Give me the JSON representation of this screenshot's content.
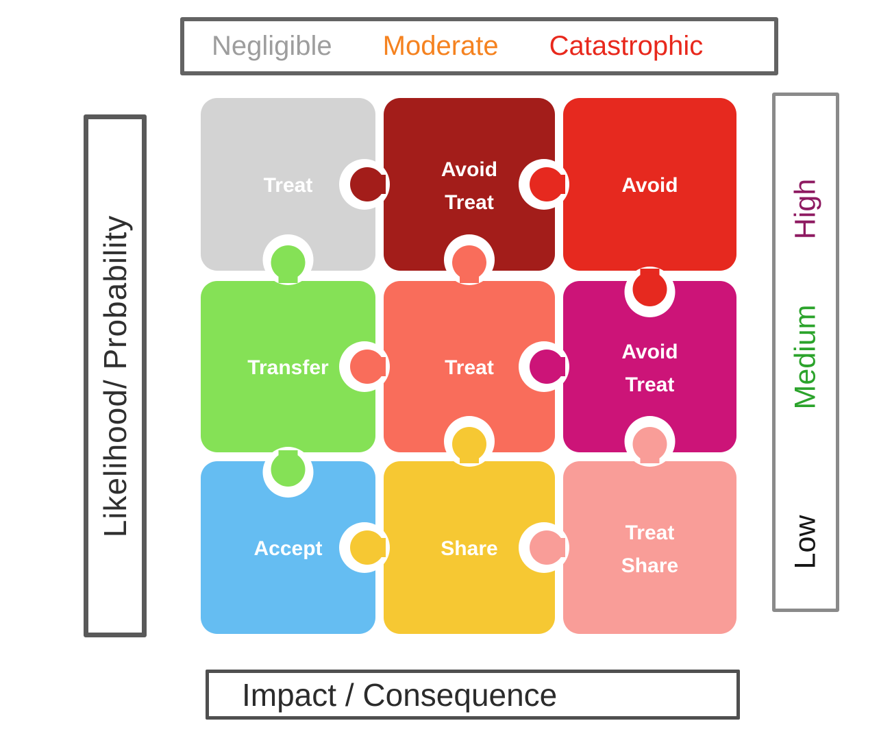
{
  "header": {
    "labels": [
      {
        "text": "Negligible",
        "color": "#9d9d9d"
      },
      {
        "text": "Moderate",
        "color": "#f5821f"
      },
      {
        "text": "Catastrophic",
        "color": "#e8281c"
      }
    ]
  },
  "left_axis": {
    "label": "Likelihood/ Probability"
  },
  "right_axis": {
    "labels": [
      {
        "text": "High",
        "color": "#8e1a61"
      },
      {
        "text": "Medium",
        "color": "#2ba32b"
      },
      {
        "text": "Low",
        "color": "#161616"
      }
    ]
  },
  "bottom_axis": {
    "label": "Impact /  Consequence"
  },
  "matrix": {
    "text_color": "#ffffff",
    "rows": [
      [
        {
          "lines": [
            "Treat"
          ],
          "color": "#d3d3d3"
        },
        {
          "lines": [
            "Avoid",
            "Treat"
          ],
          "color": "#a31d1a"
        },
        {
          "lines": [
            "Avoid"
          ],
          "color": "#e6291f"
        }
      ],
      [
        {
          "lines": [
            "Transfer"
          ],
          "color": "#85e156"
        },
        {
          "lines": [
            "Treat"
          ],
          "color": "#f96d5b"
        },
        {
          "lines": [
            "Avoid",
            "Treat"
          ],
          "color": "#cc1478"
        }
      ],
      [
        {
          "lines": [
            "Accept"
          ],
          "color": "#65bdf2"
        },
        {
          "lines": [
            "Share"
          ],
          "color": "#f6c833"
        },
        {
          "lines": [
            "Treat",
            "Share"
          ],
          "color": "#f99d98"
        }
      ]
    ]
  }
}
